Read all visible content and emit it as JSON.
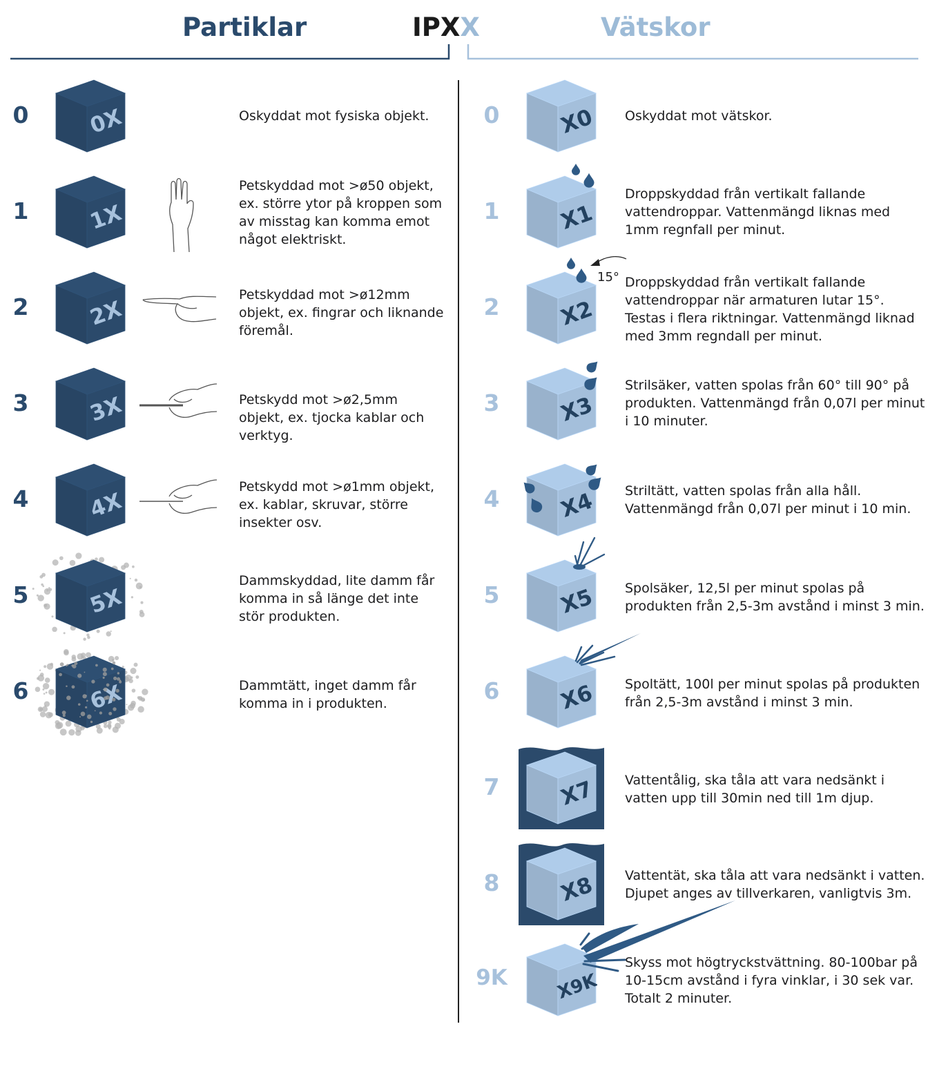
{
  "header": {
    "left_title": "Partiklar",
    "code_prefix": "IPX",
    "code_suffix": "X",
    "right_title": "Vätskor"
  },
  "colors": {
    "dark_blue": "#2a4a6c",
    "cube_dark": "#2b4a6b",
    "light_blue": "#a7c1dc",
    "cube_light": "#a4bfdb",
    "water": "#2f5a85"
  },
  "particles": [
    {
      "level": "0",
      "code": "0X",
      "illustration": "none",
      "description": "Oskyddat mot fysiska objekt."
    },
    {
      "level": "1",
      "code": "1X",
      "illustration": "hand-icon",
      "description": "Petskyddad mot >ø50 objekt, ex. större ytor på kroppen som av misstag kan komma emot något elektriskt."
    },
    {
      "level": "2",
      "code": "2X",
      "illustration": "finger-icon",
      "description": "Petskyddad mot >ø12mm objekt, ex. fingrar och liknande föremål."
    },
    {
      "level": "3",
      "code": "3X",
      "illustration": "tool-hand-icon",
      "description": "Petskydd mot >ø2,5mm objekt, ex. tjocka kablar och verktyg."
    },
    {
      "level": "4",
      "code": "4X",
      "illustration": "wire-hand-icon",
      "description": "Petskydd mot >ø1mm objekt, ex. kablar, skruvar, större insekter osv."
    },
    {
      "level": "5",
      "code": "5X",
      "illustration": "dust-icon",
      "description": "Dammskyddad, lite damm får komma in så länge det inte stör produkten."
    },
    {
      "level": "6",
      "code": "6X",
      "illustration": "dust-heavy-icon",
      "description": "Dammtätt, inget damm får komma in i produkten."
    }
  ],
  "liquids": [
    {
      "level": "0",
      "code": "X0",
      "illustration": "none",
      "description": "Oskyddat mot vätskor."
    },
    {
      "level": "1",
      "code": "X1",
      "illustration": "drops-icon",
      "description": "Droppskyddad från vertikalt fallande vattendroppar. Vattenmängd liknas med 1mm regnfall per minut."
    },
    {
      "level": "2",
      "code": "X2",
      "illustration": "tilted-drops-icon",
      "angle_label": "15°",
      "description": "Droppskyddad från vertikalt fallande vattendroppar när armaturen lutar 15°. Testas i flera riktningar. Vattenmängd liknad med 3mm regndall per minut."
    },
    {
      "level": "3",
      "code": "X3",
      "illustration": "spray-icon",
      "description": "Strilsäker, vatten spolas från 60° till 90° på produkten. Vattenmängd från 0,07l per minut i 10 minuter."
    },
    {
      "level": "4",
      "code": "X4",
      "illustration": "splash-all-icon",
      "description": "Striltätt, vatten spolas från alla håll. Vattenmängd från 0,07l per minut i 10 min."
    },
    {
      "level": "5",
      "code": "X5",
      "illustration": "jet-icon",
      "description": "Spolsäker, 12,5l per minut spolas på produkten från 2,5-3m avstånd i minst 3 min."
    },
    {
      "level": "6",
      "code": "X6",
      "illustration": "strong-jet-icon",
      "description": "Spoltätt, 100l per minut spolas på produkten från 2,5-3m avstånd i minst 3 min."
    },
    {
      "level": "7",
      "code": "X7",
      "illustration": "submerged-icon",
      "description": "Vattentålig, ska tåla att vara nedsänkt i vatten upp till 30min ned till 1m djup."
    },
    {
      "level": "8",
      "code": "X8",
      "illustration": "deep-submerged-icon",
      "description": "Vattentät, ska tåla att vara nedsänkt i vatten. Djupet anges av tillverkaren, vanligtvis 3m."
    },
    {
      "level": "9K",
      "code": "X9K",
      "illustration": "high-pressure-icon",
      "description": "Skyss mot högtryckstvättning. 80-100bar på 10-15cm avstånd i fyra vinklar, i 30 sek var. Totalt 2 minuter."
    }
  ]
}
